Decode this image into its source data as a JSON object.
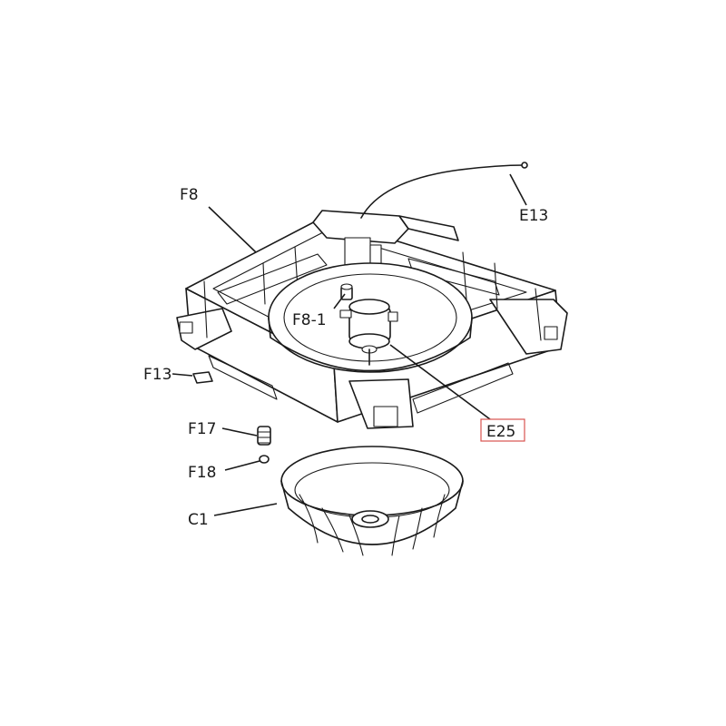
{
  "diagram": {
    "labels": {
      "f8": "F8",
      "e13": "E13",
      "f8_1": "F8-1",
      "f13": "F13",
      "e25": "E25",
      "f17": "F17",
      "f18": "F18",
      "c1": "C1"
    },
    "highlighted_label": "E25",
    "colors": {
      "line": "#1a1a1a",
      "background": "#ffffff",
      "highlight": "#d9534f"
    }
  }
}
